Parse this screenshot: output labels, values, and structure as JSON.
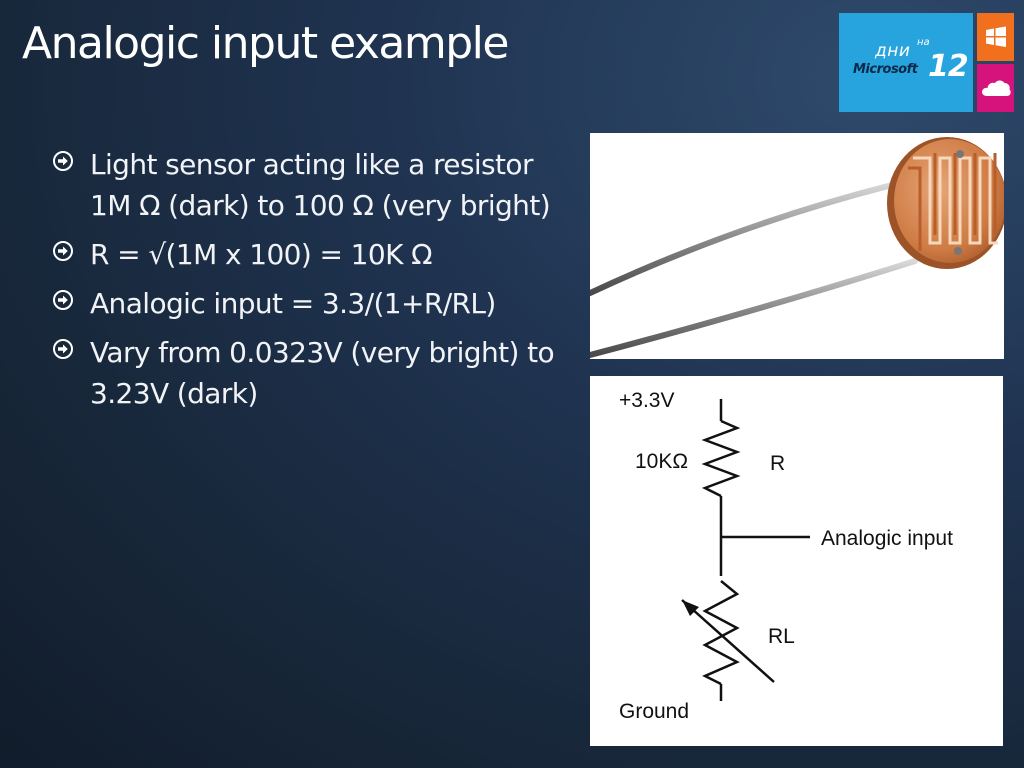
{
  "slide": {
    "title": "Analogic input example",
    "bullets": [
      "Light sensor acting like a resistor 1M Ω (dark) to 100 Ω (very bright)",
      "R = √(1M x 100) = 10K Ω",
      "Analogic input = 3.3/(1+R/RL)",
      "Vary from 0.0323V (very bright) to 3.23V (dark)"
    ]
  },
  "logo": {
    "text_dni": "дни",
    "text_na": "на",
    "text_brand": "Microsoft",
    "text_number": "12",
    "colors": {
      "main_tile": "#27a4dd",
      "windows_tile": "#f1701e",
      "cloud_tile": "#d6127d"
    }
  },
  "circuit": {
    "supply_label": "+3.3V",
    "resistor_value": "10KΩ",
    "resistor_name": "R",
    "output_label": "Analogic input",
    "sensor_name": "RL",
    "ground_label": "Ground"
  },
  "icons": {
    "bullet": "circle-arrow-right-icon",
    "photo": "photoresistor-image",
    "windows": "windows-logo-icon",
    "cloud": "cloud-icon"
  }
}
